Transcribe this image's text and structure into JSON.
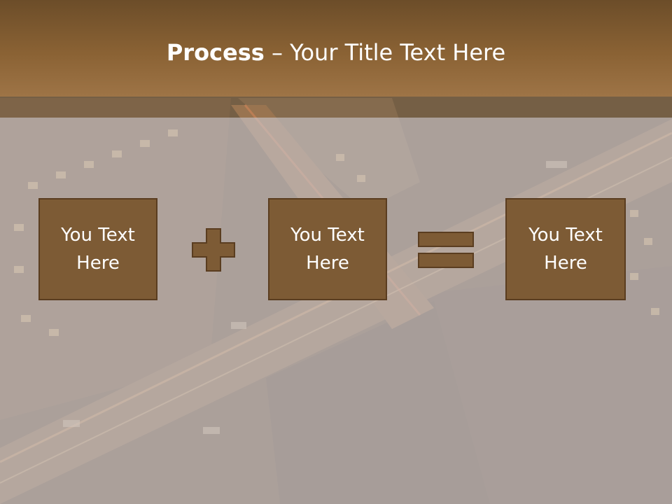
{
  "title": {
    "bold": "Process",
    "rest": " – Your Title Text Here"
  },
  "boxes": [
    {
      "text": "You Text Here"
    },
    {
      "text": "You Text Here"
    },
    {
      "text": "You Text Here"
    }
  ],
  "icons": {
    "plus": "plus-icon",
    "equals": "equals-icon"
  },
  "colors": {
    "header": "#8a6234",
    "box": "#7d5b35",
    "box_border": "#5a3d20",
    "text": "#ffffff"
  }
}
